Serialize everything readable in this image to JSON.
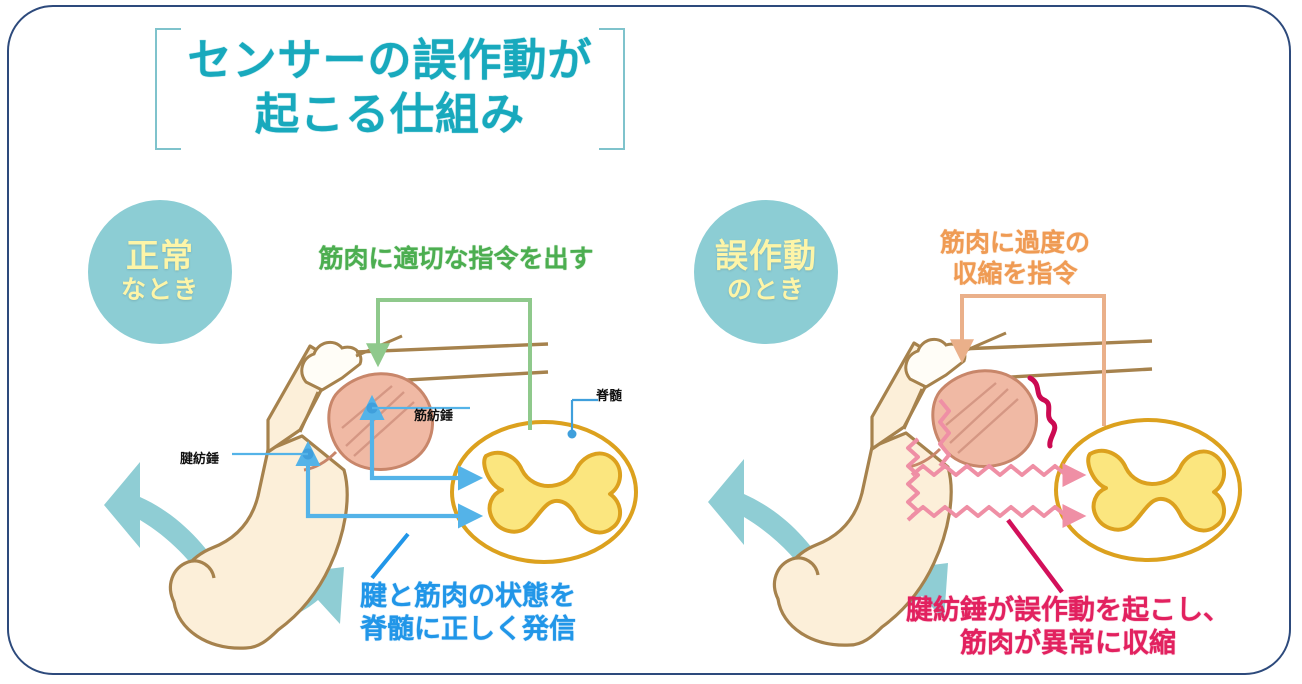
{
  "figure": {
    "title": "センサーの誤作動が\n起こる仕組み",
    "border_color": "#2d4a7c",
    "title_color": "#18a9bd",
    "bracket_color": "#7fc3cc"
  },
  "panels": [
    {
      "id": "normal",
      "badge_main": "正常",
      "badge_sub": "なとき",
      "badge_color": "#8ccdd4",
      "badge_text_color": "#fdf5a8",
      "heading": "筋肉に適切な指令を出す",
      "heading_color": "#4cae50",
      "caption": "腱と筋肉の状態を\n脊髄に正しく発信",
      "caption_color": "#2196e8",
      "signal_color": "#54b3e8",
      "signal_style": "straight-arrows",
      "labels": {
        "tendon_spindle": "腱紡錘",
        "muscle_spindle": "筋紡錘",
        "spinal_cord": "脊髄"
      }
    },
    {
      "id": "malfunction",
      "badge_main": "誤作動",
      "badge_sub": "のとき",
      "badge_color": "#8ccdd4",
      "badge_text_color": "#fdf5a8",
      "heading": "筋肉に過度の\n収縮を指令",
      "heading_color": "#ef9b54",
      "caption": "腱紡錘が誤作動を起こし、\n筋肉が異常に収縮",
      "caption_color": "#e2215f",
      "signal_color": "#ef8fa5",
      "signal_style": "zigzag-arrows",
      "spasm_color": "#cc0a52"
    }
  ],
  "anatomy": {
    "leg_fill": "#fcefd9",
    "leg_outline": "#a6824d",
    "muscle_fill": "#f0b9a4",
    "muscle_outline": "#c8866a",
    "bone_fill": "#fffdf7",
    "bone_outline": "#a6824d",
    "cord_outline": "#dca11e",
    "cord_matter_fill": "#fbe67f",
    "cord_matter_outline": "#dca11e",
    "motion_arrow_color": "#8fcdd4"
  },
  "icons": {
    "motion_arrow": "curved-arrow-icon",
    "signal_arrow": "signal-arrow-icon",
    "command_bracket": "command-bracket-icon"
  }
}
